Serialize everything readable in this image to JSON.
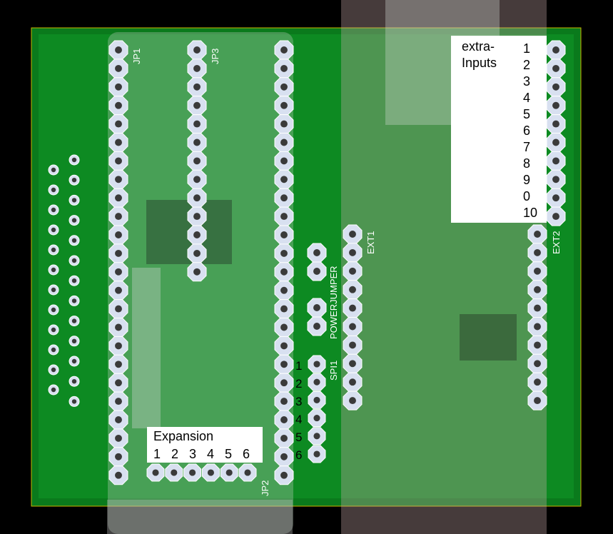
{
  "colors": {
    "background": "#000000",
    "board": "#0a7a1c",
    "board_edge": "#c8b400",
    "pad_ring": "#d8e0f0",
    "pad_outline": "#ffffff",
    "hole": "#3a3a3a",
    "overlay_image": "#9aa69a"
  },
  "labels": {
    "jp1": "JP1",
    "jp3": "JP3",
    "jp2": "JP2",
    "ext1": "EXT1",
    "ext2": "EXT2",
    "powerjumper": "POWERJUMPER",
    "spi1": "SPI1"
  },
  "expansion": {
    "title": "Expansion",
    "numbers": [
      "1",
      "2",
      "3",
      "4",
      "5",
      "6"
    ]
  },
  "extra_inputs": {
    "title_line1": "extra-",
    "title_line2": "Inputs",
    "numbers": [
      "1",
      "2",
      "3",
      "4",
      "5",
      "6",
      "7",
      "8",
      "9",
      "0",
      "10"
    ]
  },
  "spi_numbers": [
    "1",
    "2",
    "3",
    "4",
    "5",
    "6"
  ]
}
